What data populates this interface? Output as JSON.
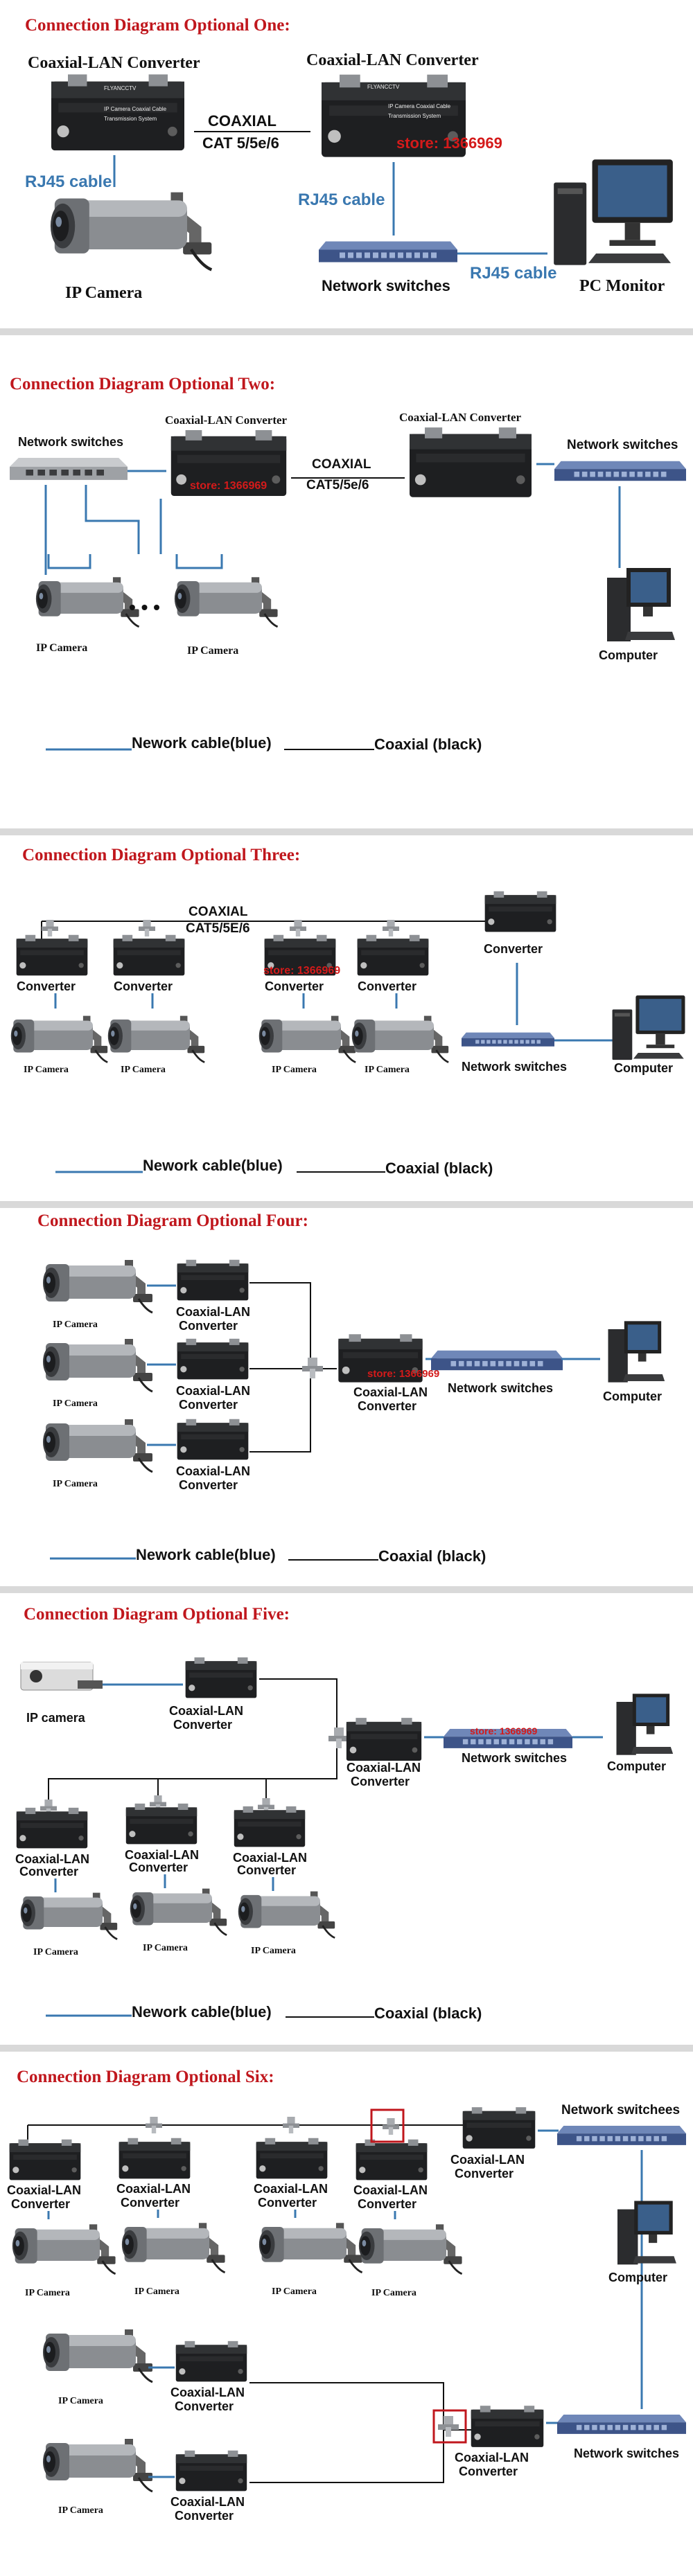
{
  "colors": {
    "title_red": "#c0171d",
    "network_blue": "#3a78b0",
    "coax_black": "#111111",
    "separator": "#d9d9d9"
  },
  "icons": [
    "ip-camera-icon",
    "converter-box-icon",
    "network-switch-icon",
    "pc-monitor-icon",
    "tower-pc-icon",
    "t-connector-icon"
  ],
  "sections": [
    {
      "title": "Connection Diagram Optional One:",
      "labels": {
        "converter_left": "Coaxial-LAN Converter",
        "converter_right": "Coaxial-LAN Converter",
        "coaxial": "COAXIAL",
        "cat": "CAT 5/5e/6",
        "rj45_left": "RJ45 cable",
        "rj45_mid": "RJ45 cable",
        "rj45_right": "RJ45 cable",
        "ip_camera": "IP Camera",
        "network_switches": "Network switches",
        "pc_monitor": "PC Monitor",
        "box_brand": "FLYANCCTV",
        "box_line1": "IP Camera Coaxial Cable",
        "box_line2": "Transmission System",
        "store": "store: 1366969"
      }
    },
    {
      "title": "Connection Diagram Optional Two:",
      "labels": {
        "network_switches_left": "Network switches",
        "converter_left": "Coaxial-LAN Converter",
        "converter_right": "Coaxial-LAN Converter",
        "coaxial": "COAXIAL",
        "cat": "CAT5/5e/6",
        "network_switches_right": "Network switches",
        "ip_camera_1": "IP Camera",
        "ip_camera_2": "IP Camera",
        "dots": "• • •",
        "computer": "Computer",
        "legend_network": "Nework cable(blue)",
        "legend_coax": "Coaxial (black)",
        "store": "store: 1366969"
      }
    },
    {
      "title": "Connection Diagram Optional Three:",
      "labels": {
        "coaxial": "COAXIAL",
        "cat": "CAT5/5E/6",
        "converter": "Converter",
        "ip_camera": "IP Camera",
        "network_switches": "Network switches",
        "computer": "Computer",
        "legend_network": "Nework cable(blue)",
        "legend_coax": "Coaxial (black)",
        "store": "store: 1366969"
      }
    },
    {
      "title": "Connection Diagram Optional Four:",
      "labels": {
        "ip_camera": "IP Camera",
        "converter_line1": "Coaxial-LAN",
        "converter_line2": "Converter",
        "network_switches": "Network switches",
        "computer": "Computer",
        "legend_network": "Nework cable(blue)",
        "legend_coax": "Coaxial (black)",
        "store": "store: 1366969"
      }
    },
    {
      "title": "Connection Diagram Optional Five:",
      "labels": {
        "ip_camera_top": "IP camera",
        "ip_camera": "IP Camera",
        "converter_line1": "Coaxial-LAN",
        "converter_line2": "Converter",
        "network_switches": "Network switches",
        "computer": "Computer",
        "legend_network": "Nework cable(blue)",
        "legend_coax": "Coaxial (black)",
        "store": "store: 1366969"
      }
    },
    {
      "title": "Connection Diagram Optional Six:",
      "labels": {
        "converter_line1": "Coaxial-LAN",
        "converter_line2": "Converter",
        "ip_camera": "IP Camera",
        "network_switches_top": "Network switchees",
        "network_switches_bottom": "Network switches",
        "computer": "Computer"
      }
    }
  ]
}
